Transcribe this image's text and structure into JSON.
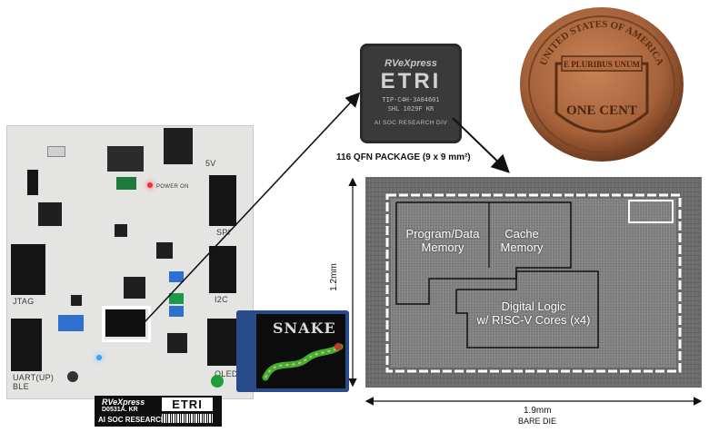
{
  "board": {
    "silk": {
      "five_v": "5V",
      "spi": "SPI",
      "jtag": "JTAG",
      "i2c": "I2C",
      "uart_ble": "UART(UP)\nBLE",
      "oled": "OLED",
      "power": "POWER ON"
    },
    "plate": {
      "brand": "RVeXpress",
      "code": "D0531A. KR",
      "division": "AI SOC RESEARCH DIVISION",
      "logo": "ETRI"
    }
  },
  "oled": {
    "game_title": "SNAKE"
  },
  "package": {
    "brand": "RVeXpress",
    "logo": "ETRI",
    "line1": "TIP-C4H-3A04601",
    "line2": "SHL  1029F KR",
    "line3": "AI SOC RESEARCH DIV",
    "caption": "116 QFN PACKAGE (9 x 9 mm²)"
  },
  "coin": {
    "legend_top": "UNITED STATES OF AMERICA",
    "motto": "E PLURIBUS UNUM",
    "denomination": "ONE CENT"
  },
  "die": {
    "memory1": "Program/Data\nMemory",
    "memory2": "Cache\nMemory",
    "logic": "Digital Logic\nw/ RISC-V Cores (x4)",
    "height": "1.2mm",
    "width": "1.9mm",
    "caption": "BARE DIE"
  },
  "colors": {
    "accent_outline": "#ffffff",
    "board_bg": "#e4e4e2",
    "coin": "#a5623a"
  }
}
